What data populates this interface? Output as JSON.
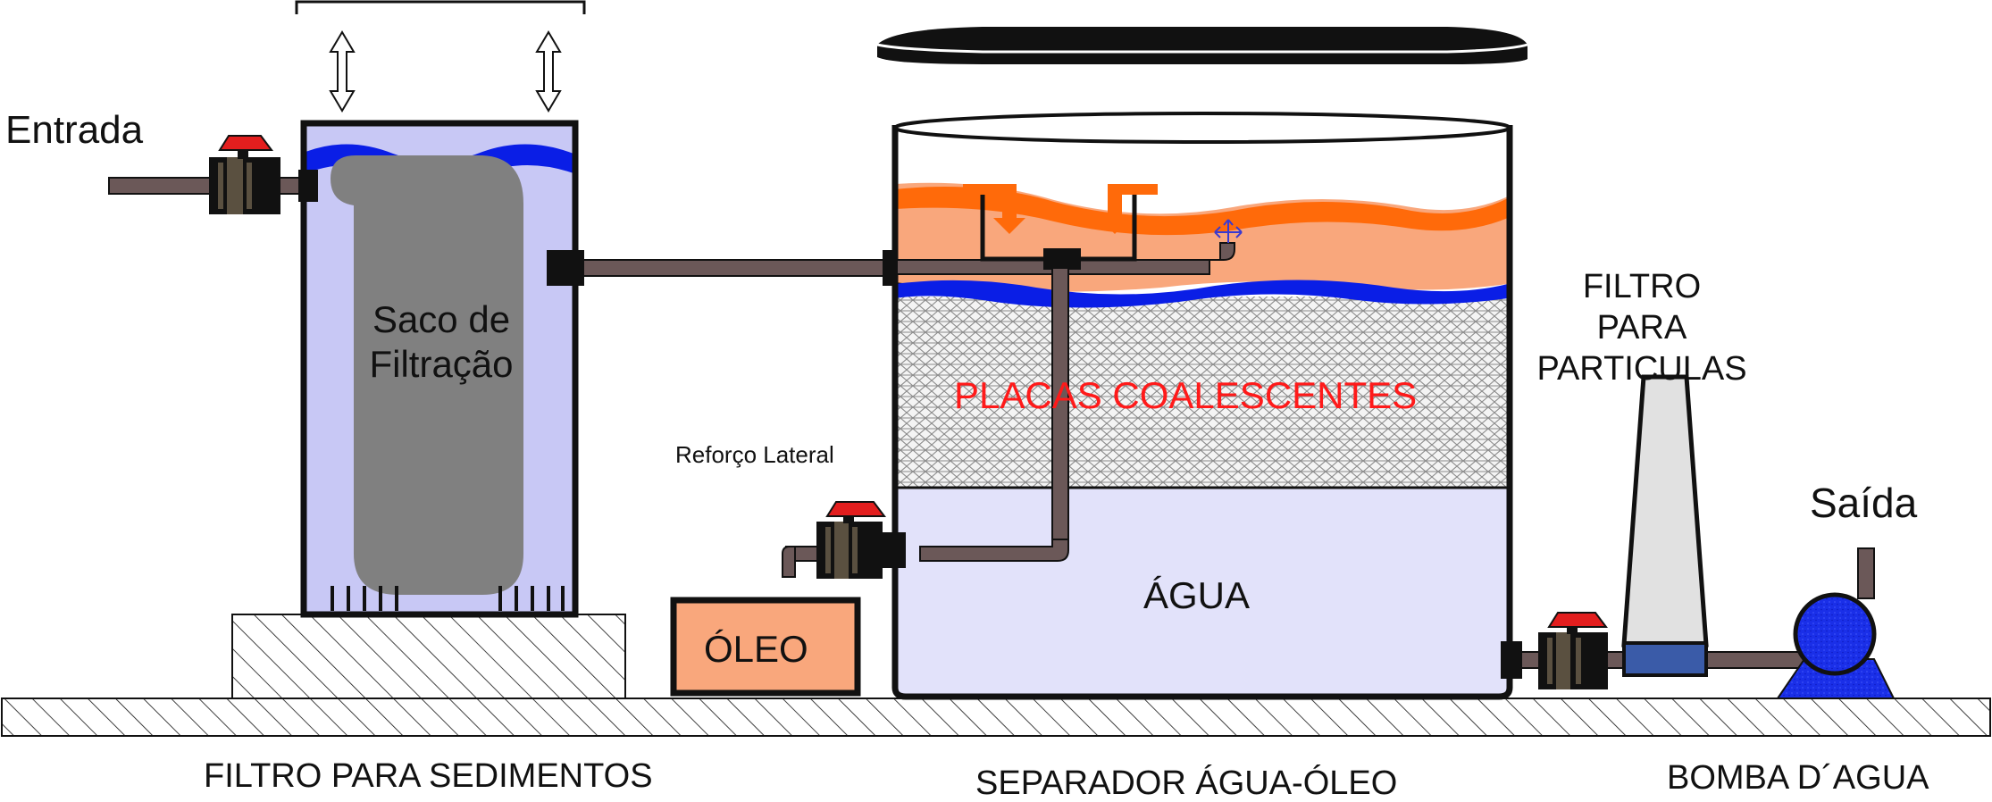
{
  "diagram": {
    "labels": {
      "entrada": "Entrada",
      "saco_filtracao": "Saco de Filtração",
      "reforco_lateral": "Reforço Lateral",
      "placas_coalescentes": "PLACAS COALESCENTES",
      "filtro_particulas": "FILTRO PARA PARTICULAS",
      "saida": "Saída",
      "agua": "ÁGUA",
      "oleo": "ÓLEO",
      "filtro_sedimentos": "FILTRO PARA SEDIMENTOS",
      "separador": "SEPARADOR ÁGUA-ÓLEO",
      "bomba": "BOMBA D´AGUA"
    },
    "colors": {
      "pipe": "#6b5858",
      "water_light": "#c8c8f5",
      "water_blue": "#0a1ee6",
      "oil_light": "#f9a77c",
      "oil_orange": "#ff6a0a",
      "bag_gray": "#808080",
      "valve_red": "#e31e1e",
      "pump_blue": "#1a2fe8",
      "text_red": "#ff1a1a"
    }
  }
}
